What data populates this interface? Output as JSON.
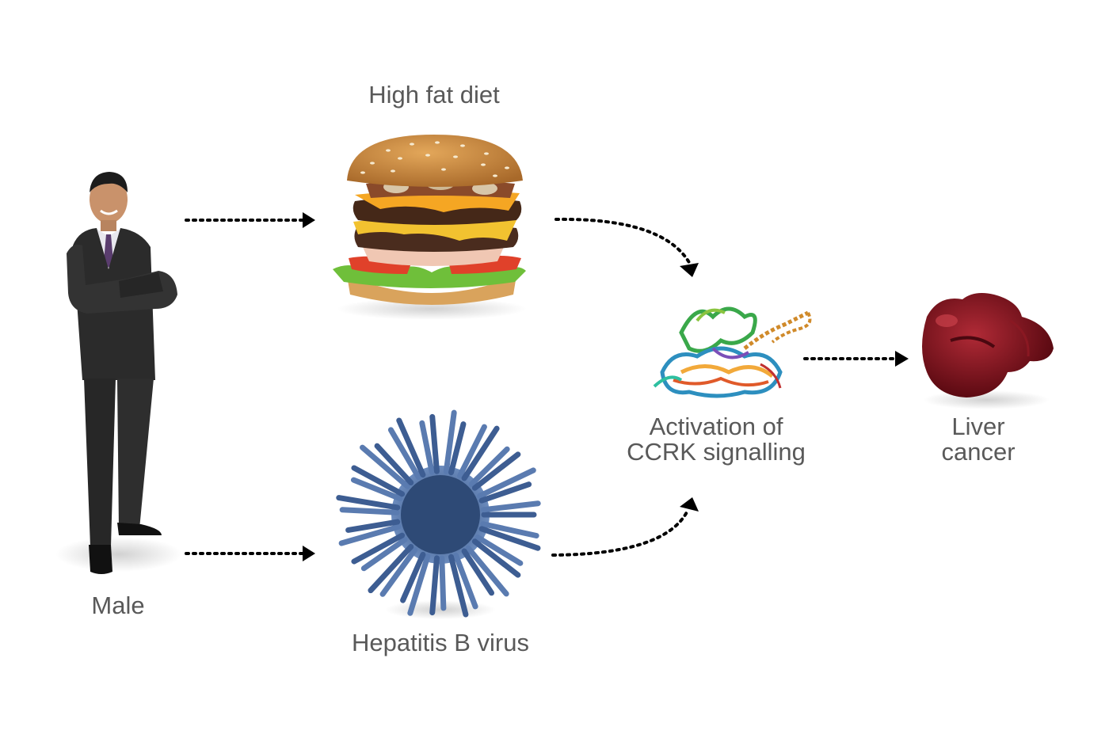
{
  "nodes": {
    "male": {
      "label": "Male"
    },
    "diet": {
      "label": "High fat diet"
    },
    "virus": {
      "label": "Hepatitis B virus"
    },
    "ccrk": {
      "label_line1": "Activation of",
      "label_line2": "CCRK signalling"
    },
    "liver": {
      "label_line1": "Liver",
      "label_line2": "cancer"
    }
  },
  "colors": {
    "text": "#595959",
    "arrow": "#000000",
    "suit": "#2b2b2b",
    "bun": "#c98a3a",
    "patty": "#4a2c1e",
    "cheese": "#f2c230",
    "virus": "#4a6a9a",
    "liver": "#7a0f1a"
  },
  "icons": [
    "man-figure-icon",
    "burger-icon",
    "virus-icon",
    "protein-icon",
    "liver-icon"
  ]
}
